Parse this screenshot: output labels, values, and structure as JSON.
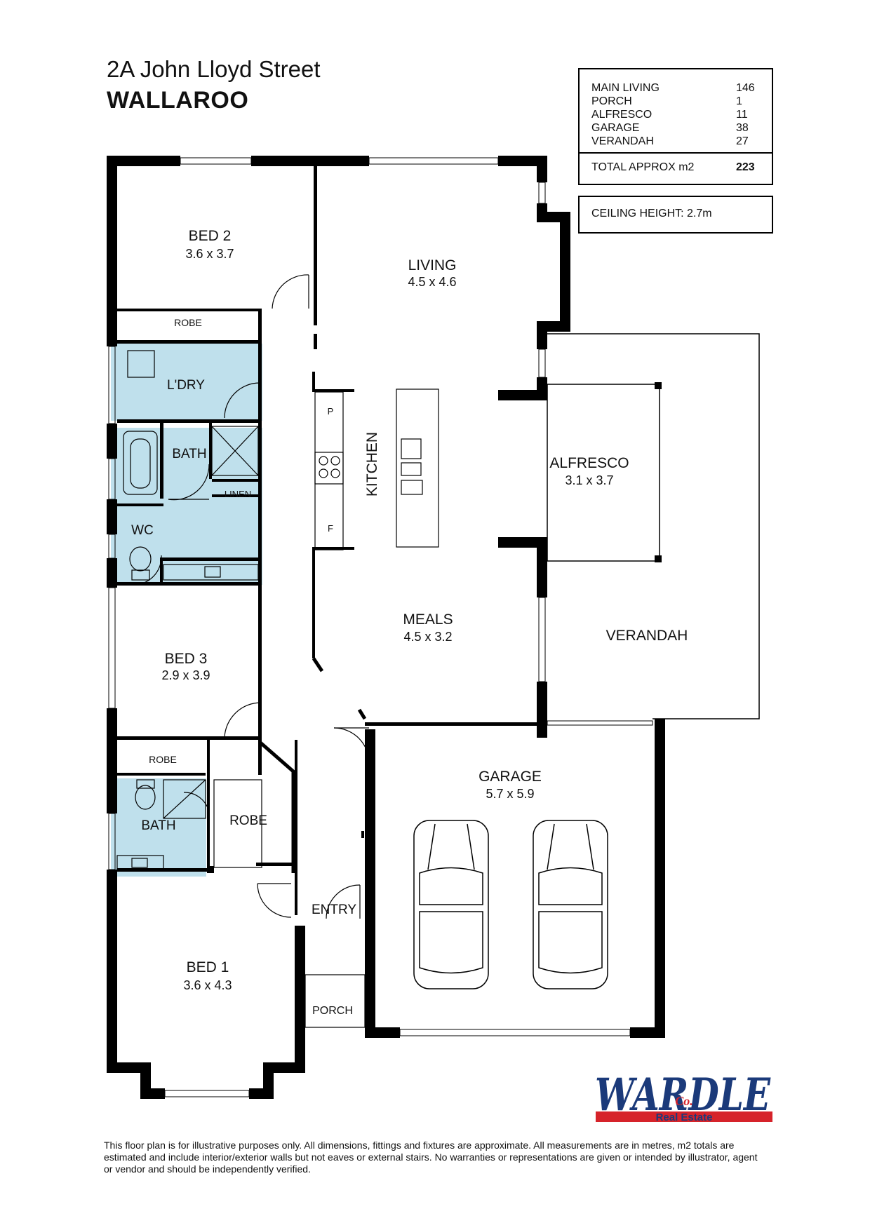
{
  "header": {
    "address": "2A John Lloyd Street",
    "suburb": "WALLAROO"
  },
  "area_table": {
    "rows": [
      {
        "label": "MAIN LIVING",
        "value": "146"
      },
      {
        "label": "PORCH",
        "value": "1"
      },
      {
        "label": "ALFRESCO",
        "value": "11"
      },
      {
        "label": "GARAGE",
        "value": "38"
      },
      {
        "label": "VERANDAH",
        "value": "27"
      }
    ],
    "total_label": "TOTAL APPROX m2",
    "total_value": "223"
  },
  "ceiling": {
    "text": "CEILING HEIGHT: 2.7m"
  },
  "rooms": {
    "bed2": {
      "name": "BED 2",
      "size": "3.6 x 3.7"
    },
    "living": {
      "name": "LIVING",
      "size": "4.5 x 4.6"
    },
    "robe_bed2": {
      "name": "ROBE"
    },
    "laundry": {
      "name": "L'DRY"
    },
    "bath_main": {
      "name": "BATH"
    },
    "linen": {
      "name": "LINEN"
    },
    "wc": {
      "name": "WC"
    },
    "kitchen": {
      "name": "KITCHEN"
    },
    "pantry": {
      "name": "P"
    },
    "fridge": {
      "name": "F"
    },
    "alfresco": {
      "name": "ALFRESCO",
      "size": "3.1 x 3.7"
    },
    "meals": {
      "name": "MEALS",
      "size": "4.5 x 3.2"
    },
    "verandah": {
      "name": "VERANDAH"
    },
    "bed3": {
      "name": "BED 3",
      "size": "2.9 x 3.9"
    },
    "robe_bed3": {
      "name": "ROBE"
    },
    "bath_ensuite": {
      "name": "BATH"
    },
    "robe_bed1": {
      "name": "ROBE"
    },
    "garage": {
      "name": "GARAGE",
      "size": "5.7 x 5.9"
    },
    "entry": {
      "name": "ENTRY"
    },
    "bed1": {
      "name": "BED 1",
      "size": "3.6 x 4.3"
    },
    "porch": {
      "name": "PORCH"
    }
  },
  "logo": {
    "name": "WARDLE",
    "co": "Co.",
    "tagline": "Real Estate"
  },
  "disclaimer": "This floor plan is for illustrative purposes only. All dimensions, fittings and fixtures are approximate. All measurements are in metres, m2 totals are estimated and include interior/exterior walls but not eaves or external stairs. No warranties or representations are given or intended by illustrator, agent or vendor and should be independently verified.",
  "colors": {
    "wet_area": "#bfe0ec",
    "wall": "#000000",
    "logo_blue": "#1b3a7a",
    "logo_red": "#d6232a"
  }
}
